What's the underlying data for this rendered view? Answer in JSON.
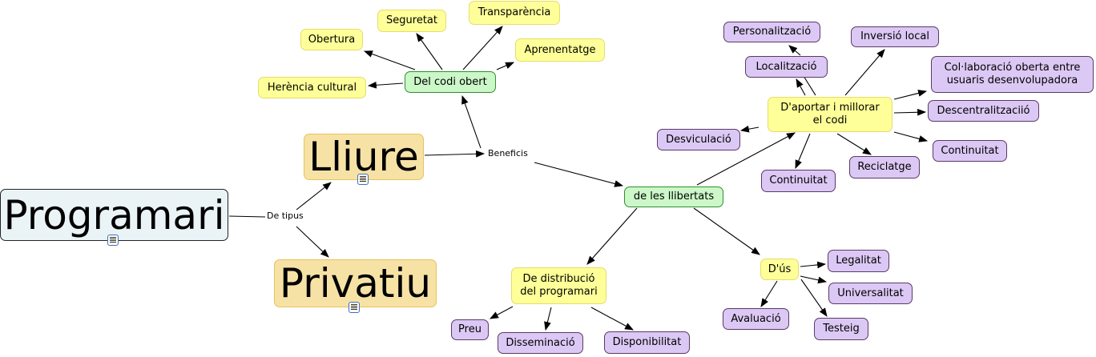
{
  "nodes": {
    "programari": "Programari",
    "lliure": "Lliure",
    "privatiu": "Privatiu",
    "del_codi_obert": "Del codi obert",
    "herencia": "Herència cultural",
    "obertura": "Obertura",
    "seguretat": "Seguretat",
    "transparencia": "Transparència",
    "aprenentatge": "Aprenentatge",
    "llibertats": "de les llibertats",
    "aportar": "D'aportar i millorar\nel codi",
    "personalitzacio": "Personalització",
    "inversio": "Inversió local",
    "localitzacio": "Localització",
    "collaboracio": "Col·laboració oberta entre\nusuaris desenvolupadora",
    "descentralitzacio": "Descentralitzaciió",
    "desviculacio": "Desviculació",
    "continuitat_dreta": "Continuitat",
    "reciclatge": "Reciclatge",
    "continuitat_baix": "Continuitat",
    "us": "D'ús",
    "legalitat": "Legalitat",
    "universalitat": "Universalitat",
    "avaluacio": "Avaluació",
    "testeig": "Testeig",
    "distribucio": "De distribució\ndel programari",
    "preu": "Preu",
    "disseminacio": "Disseminació",
    "disponibilitat": "Disponibilitat"
  },
  "links": {
    "de_tipus": "De tipus",
    "beneficis": "Beneficis"
  },
  "colors": {
    "root": "#eaf3f6",
    "tan": "#f7e2a6",
    "green": "#ccf7c8",
    "yellow": "#ffff99",
    "purple": "#dcc8f4"
  }
}
